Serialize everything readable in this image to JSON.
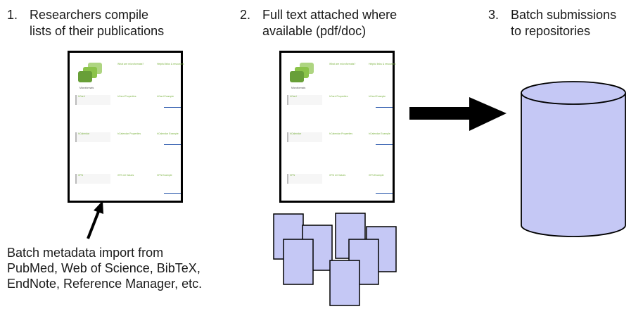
{
  "steps": [
    {
      "num": "1.",
      "line1": "Researchers compile",
      "line2": "lists of their publications"
    },
    {
      "num": "2.",
      "line1": "Full text attached where",
      "line2": "available (pdf/doc)"
    },
    {
      "num": "3.",
      "line1": "Batch submissions",
      "line2": "to repositories"
    }
  ],
  "note": {
    "line1": "Batch metadata import from",
    "line2": "PubMed, Web of Science, BibTeX,",
    "line3": "EndNote, Reference Manager, etc."
  },
  "doc_thumb": {
    "logo_caption": "Microformats",
    "header_a": "What are microformats?",
    "header_b": "Helpful links & resources",
    "row1": [
      "hCard",
      "hCard Properties",
      "hCard Example"
    ],
    "row2": [
      "hCalendar",
      "hCalendar Properties",
      "hCalendar Example"
    ],
    "row3": [
      "XFN",
      "XFN rel Values",
      "XFN Example"
    ]
  },
  "colors": {
    "file_fill": "#c5c8f5",
    "cylinder_fill": "#c5c8f5",
    "logo_green": "#8bc34a",
    "stroke": "#000000"
  }
}
